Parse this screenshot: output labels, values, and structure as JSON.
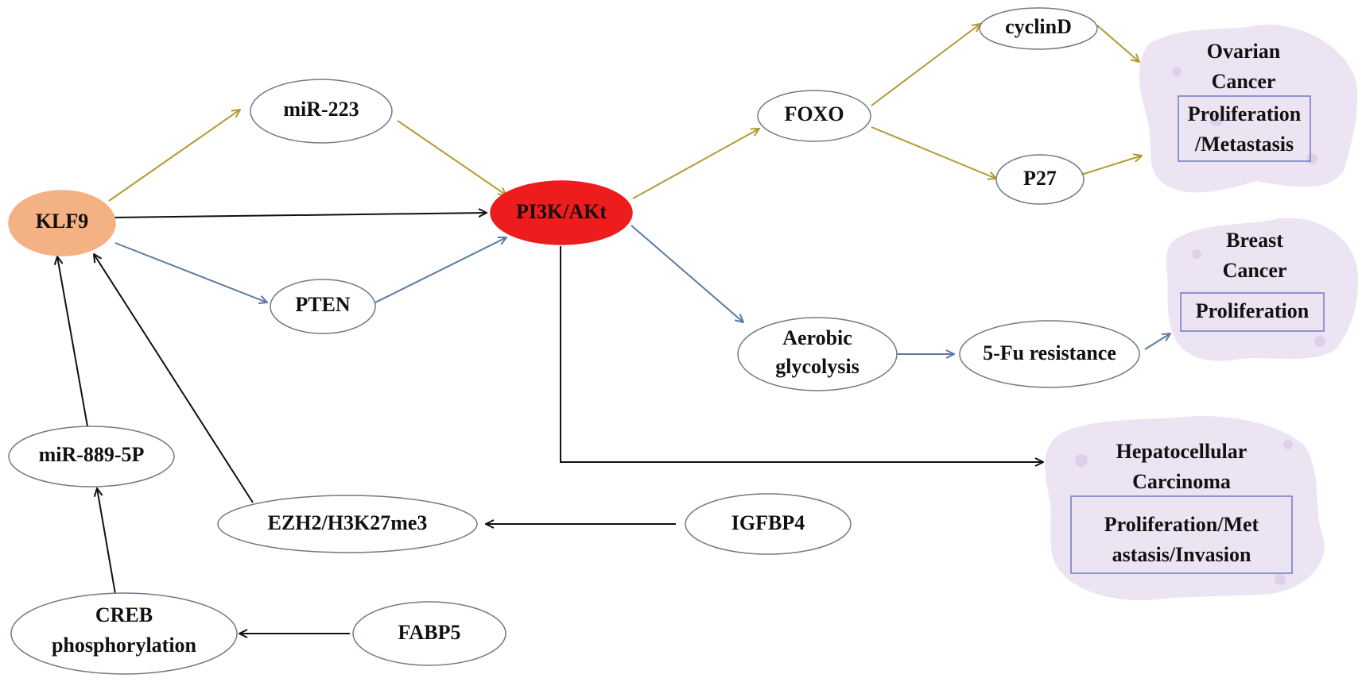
{
  "colors": {
    "olive": "#b39a30",
    "steel": "#5b7aa0",
    "black": "#111111",
    "klf9_fill": "#f4b183",
    "pi3k_fill": "#ee1c1c",
    "node_stroke": "#6f7a86",
    "cell_fill": "#ece4f2",
    "cell_dot": "#ddd0ea",
    "box_stroke": "#6c7ac8"
  },
  "nodes": {
    "klf9": {
      "label": "KLF9"
    },
    "mir223": {
      "label": "miR-223"
    },
    "pten": {
      "label": "PTEN"
    },
    "pi3k": {
      "label": "PI3K/AKt"
    },
    "foxo": {
      "label": "FOXO"
    },
    "cyclind": {
      "label": "cyclinD"
    },
    "p27": {
      "label": "P27"
    },
    "aerobic": {
      "line1": "Aerobic",
      "line2": "glycolysis"
    },
    "fu": {
      "label": "5-Fu resistance"
    },
    "mir889": {
      "label": "miR-889-5P"
    },
    "ezh2": {
      "label": "EZH2/H3K27me3"
    },
    "igfbp4": {
      "label": "IGFBP4"
    },
    "creb": {
      "line1": "CREB",
      "line2": "phosphorylation"
    },
    "fabp5": {
      "label": "FABP5"
    }
  },
  "outcomes": {
    "ovarian": {
      "line1": "Ovarian",
      "line2": "Cancer",
      "box1": "Proliferation",
      "box2": "/Metastasis"
    },
    "breast": {
      "line1": "Breast",
      "line2": "Cancer",
      "box1": "Proliferation"
    },
    "hcc": {
      "line1": "Hepatocellular",
      "line2": "Carcinoma",
      "box1": "Proliferation/Met",
      "box2": "astasis/Invasion"
    }
  }
}
